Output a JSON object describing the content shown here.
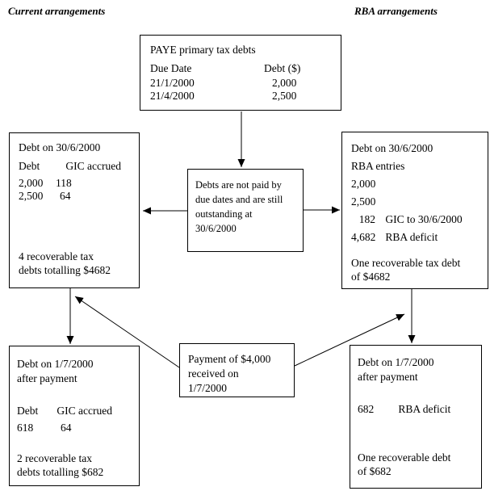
{
  "colors": {
    "background": "#ffffff",
    "line": "#000000",
    "text": "#000000"
  },
  "headers": {
    "left": "Current arrangements",
    "right": "RBA arrangements"
  },
  "paye_box": {
    "title": "PAYE primary tax debts",
    "columns": [
      "Due Date",
      "Debt ($)"
    ],
    "rows": [
      [
        "21/1/2000",
        "2,000"
      ],
      [
        "21/4/2000",
        "2,500"
      ]
    ]
  },
  "center_box": {
    "lines": [
      "Debts are not paid by",
      "due dates and are still",
      "outstanding at",
      "30/6/2000"
    ]
  },
  "current_debt_box": {
    "title": "Debt on 30/6/2000",
    "columns": [
      "Debt",
      "GIC accrued"
    ],
    "rows": [
      [
        "2,000",
        "118"
      ],
      [
        "2,500",
        "64"
      ]
    ],
    "summary_lines": [
      "4 recoverable tax",
      "debts totalling $4682"
    ]
  },
  "rba_debt_box": {
    "title": "Debt on 30/6/2000",
    "subtitle": "RBA entries",
    "entries": [
      "2,000",
      "2,500"
    ],
    "gic_row": {
      "amount": "182",
      "label": "GIC to 30/6/2000"
    },
    "deficit_row": {
      "amount": "4,682",
      "label": "RBA deficit"
    },
    "summary_lines": [
      "One recoverable tax debt",
      "of $4682"
    ]
  },
  "payment_box": {
    "lines": [
      "Payment of $4,000",
      "received on",
      "1/7/2000"
    ]
  },
  "current_after_box": {
    "title_lines": [
      "Debt on 1/7/2000",
      "after payment"
    ],
    "columns": [
      "Debt",
      "GIC accrued"
    ],
    "rows": [
      [
        "618",
        "64"
      ]
    ],
    "summary_lines": [
      "2 recoverable tax",
      "debts totalling $682"
    ]
  },
  "rba_after_box": {
    "title_lines": [
      "Debt on 1/7/2000",
      "after payment"
    ],
    "deficit_row": {
      "amount": "682",
      "label": "RBA deficit"
    },
    "summary_lines": [
      "One recoverable debt",
      "of $682"
    ]
  }
}
